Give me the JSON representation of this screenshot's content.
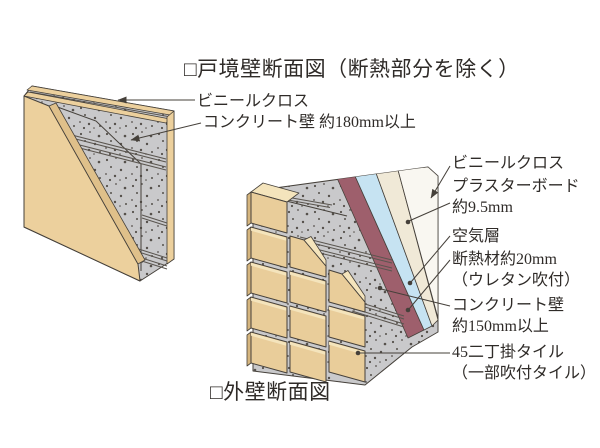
{
  "diagram1": {
    "title": "□戸境壁断面図（断熱部分を除く）",
    "labels": [
      {
        "id": "vinyl-cloth",
        "text": "ビニールクロス"
      },
      {
        "id": "concrete-wall",
        "text": "コンクリート壁 約180mm以上"
      }
    ]
  },
  "diagram2": {
    "title": "□外壁断面図",
    "labels": [
      {
        "id": "vinyl-cloth",
        "line1": "ビニールクロス",
        "line2": ""
      },
      {
        "id": "plasterboard",
        "line1": "プラスターボード",
        "line2": "約9.5mm"
      },
      {
        "id": "air-layer",
        "line1": "空気層",
        "line2": ""
      },
      {
        "id": "insulation",
        "line1": "断熱材約20mm",
        "line2": "（ウレタン吹付）"
      },
      {
        "id": "concrete-wall",
        "line1": "コンクリート壁",
        "line2": "約150mm以上"
      },
      {
        "id": "tile",
        "line1": "45二丁掛タイル",
        "line2": "（一部吹付タイル）"
      }
    ]
  },
  "colors": {
    "background": "#ffffff",
    "text": "#2f2b28",
    "outline": "#45403a",
    "rebar": "#5a554f",
    "concrete": "#c9c9cb",
    "speckle": "#55504b",
    "vinyl_tan": "#ecd09d",
    "vinyl_tan_edge": "#dfc08a",
    "tile": "#e9cd9a",
    "tile_bevel": "#f4e4bc",
    "tile_side": "#d5b57e",
    "insulation_maroon": "#9e5f6c",
    "air_blue": "#c6e3f2",
    "plasterboard_cream": "#f0e9d7",
    "vinyl_white": "#f9f7f1"
  }
}
